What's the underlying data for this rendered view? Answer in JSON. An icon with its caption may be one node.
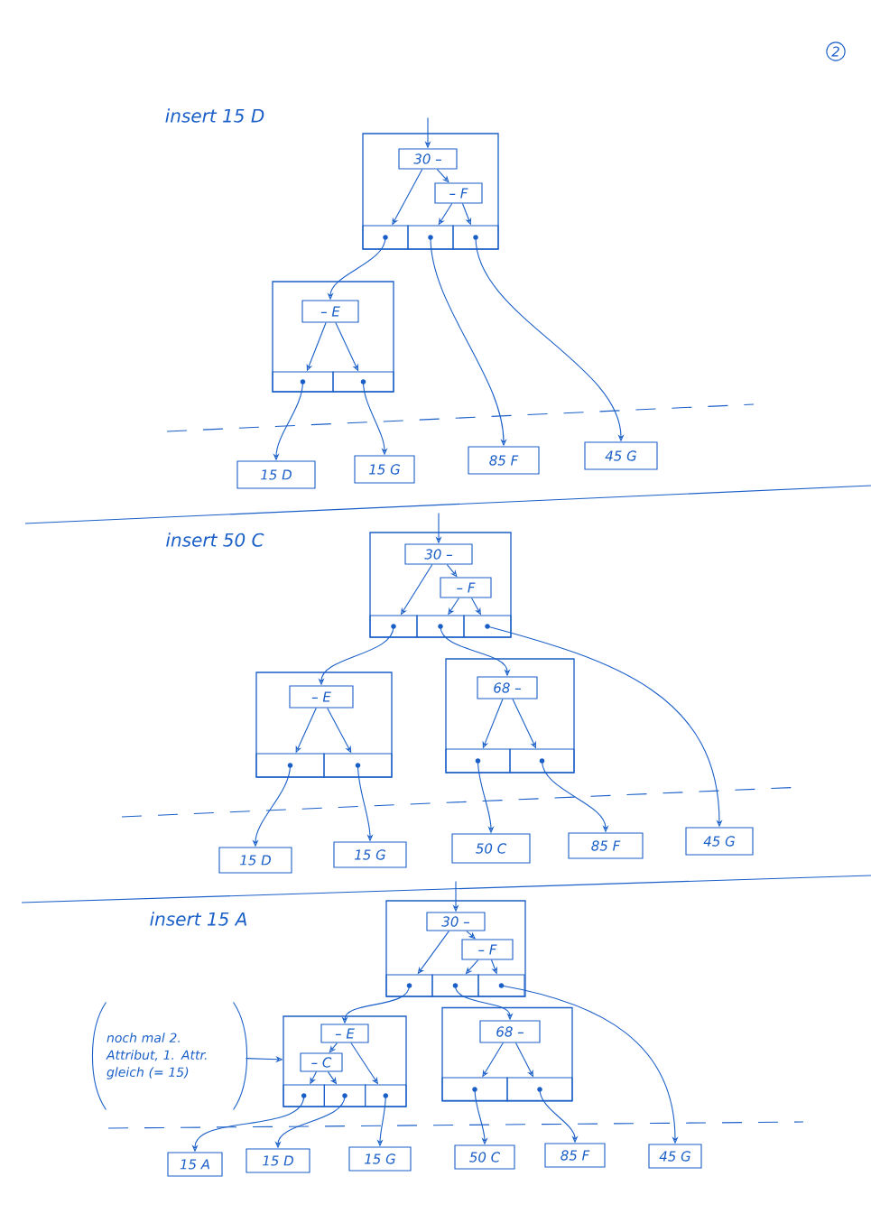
{
  "diagram": {
    "nodes": [
      {
        "text": [],
        "shape": "box"
      },
      {
        "text": [
          "30 –"
        ],
        "in": 0
      },
      {
        "text": [
          "– F"
        ],
        "in": 0
      },
      {
        "text": [],
        "shape": "box",
        "in": 0
      },
      {
        "text": [],
        "shape": "box",
        "in": 0
      },
      {
        "text": [],
        "shape": "box",
        "in": 0
      },
      {
        "text": [],
        "shape": "box"
      },
      {
        "text": [
          "– E"
        ],
        "in": 6
      },
      {
        "text": [],
        "shape": "box",
        "in": 6
      },
      {
        "text": [],
        "shape": "box",
        "in": 6
      },
      {
        "text": [
          "15 D"
        ]
      },
      {
        "text": [
          "15 G"
        ]
      },
      {
        "text": [
          "85 F"
        ]
      },
      {
        "text": [
          "45 G"
        ]
      },
      {
        "text": [],
        "shape": "box"
      },
      {
        "text": [
          "30 –"
        ],
        "in": 14
      },
      {
        "text": [
          "– F"
        ],
        "in": 14
      },
      {
        "text": [],
        "shape": "box",
        "in": 14
      },
      {
        "text": [],
        "shape": "box",
        "in": 14
      },
      {
        "text": [],
        "shape": "box",
        "in": 14
      },
      {
        "text": [],
        "shape": "box"
      },
      {
        "text": [
          "– E"
        ],
        "in": 20
      },
      {
        "text": [],
        "shape": "box",
        "in": 20
      },
      {
        "text": [],
        "shape": "box",
        "in": 20
      },
      {
        "text": [],
        "shape": "box"
      },
      {
        "text": [
          "68 –"
        ],
        "in": 24
      },
      {
        "text": [],
        "shape": "box",
        "in": 24
      },
      {
        "text": [],
        "shape": "box",
        "in": 24
      },
      {
        "text": [
          "15 D"
        ]
      },
      {
        "text": [
          "15 G"
        ]
      },
      {
        "text": [
          "50 C"
        ]
      },
      {
        "text": [
          "85 F"
        ]
      },
      {
        "text": [
          "45 G"
        ]
      },
      {
        "text": [],
        "shape": "box"
      },
      {
        "text": [
          "30 –"
        ],
        "in": 33
      },
      {
        "text": [
          "– F"
        ],
        "in": 33
      },
      {
        "text": [],
        "shape": "box",
        "in": 33
      },
      {
        "text": [],
        "shape": "box",
        "in": 33
      },
      {
        "text": [],
        "shape": "box",
        "in": 33
      },
      {
        "text": [],
        "shape": "box"
      },
      {
        "text": [
          "– E"
        ],
        "in": 39
      },
      {
        "text": [
          "– C"
        ],
        "in": 39
      },
      {
        "text": [],
        "shape": "box",
        "in": 39
      },
      {
        "text": [],
        "shape": "box",
        "in": 39
      },
      {
        "text": [],
        "shape": "box",
        "in": 39
      },
      {
        "text": [],
        "shape": "box"
      },
      {
        "text": [
          "68 –"
        ],
        "in": 45
      },
      {
        "text": [],
        "shape": "box",
        "in": 45
      },
      {
        "text": [],
        "shape": "box",
        "in": 45
      },
      {
        "text": [
          "15 A"
        ]
      },
      {
        "text": [
          "15 D"
        ]
      },
      {
        "text": [
          "15 G"
        ]
      },
      {
        "text": [
          "50 C"
        ]
      },
      {
        "text": [
          "85 F"
        ]
      },
      {
        "text": [
          "45 G"
        ]
      },
      {
        "text": [
          "noch mal 2. Attribut, 1. Attr. gleich (= 15)"
        ]
      }
    ],
    "edges": [
      {
        "from": null,
        "to": 1,
        "arrow": "to"
      },
      {
        "from": 1,
        "to": 2,
        "arrow": "to"
      },
      {
        "from": 1,
        "to": 3,
        "arrow": "to"
      },
      {
        "from": 2,
        "to": 4,
        "arrow": "to"
      },
      {
        "from": 2,
        "to": 5,
        "arrow": "to"
      },
      {
        "from": 3,
        "to": 7,
        "arrow": "to"
      },
      {
        "from": 4,
        "to": 12,
        "arrow": "to"
      },
      {
        "from": 5,
        "to": 13,
        "arrow": "to"
      },
      {
        "from": 7,
        "to": 8,
        "arrow": "to"
      },
      {
        "from": 7,
        "to": 9,
        "arrow": "to"
      },
      {
        "from": 8,
        "to": 10,
        "arrow": "to"
      },
      {
        "from": 9,
        "to": 11,
        "arrow": "to"
      },
      {
        "from": null,
        "to": 15,
        "arrow": "to"
      },
      {
        "from": 15,
        "to": 16,
        "arrow": "to"
      },
      {
        "from": 15,
        "to": 17,
        "arrow": "to"
      },
      {
        "from": 16,
        "to": 18,
        "arrow": "to"
      },
      {
        "from": 16,
        "to": 19,
        "arrow": "to"
      },
      {
        "from": 17,
        "to": 21,
        "arrow": "to"
      },
      {
        "from": 18,
        "to": 25,
        "arrow": "to"
      },
      {
        "from": 19,
        "to": 32,
        "arrow": "to"
      },
      {
        "from": 21,
        "to": 22,
        "arrow": "to"
      },
      {
        "from": 21,
        "to": 23,
        "arrow": "to"
      },
      {
        "from": 22,
        "to": 28,
        "arrow": "to"
      },
      {
        "from": 23,
        "to": 29,
        "arrow": "to"
      },
      {
        "from": 25,
        "to": 26,
        "arrow": "to"
      },
      {
        "from": 25,
        "to": 27,
        "arrow": "to"
      },
      {
        "from": 26,
        "to": 30,
        "arrow": "to"
      },
      {
        "from": 27,
        "to": 31,
        "arrow": "to"
      },
      {
        "from": null,
        "to": 34,
        "arrow": "to"
      },
      {
        "from": 34,
        "to": 35,
        "arrow": "to"
      },
      {
        "from": 34,
        "to": 36,
        "arrow": "to"
      },
      {
        "from": 35,
        "to": 37,
        "arrow": "to"
      },
      {
        "from": 35,
        "to": 38,
        "arrow": "to"
      },
      {
        "from": 36,
        "to": 40,
        "arrow": "to"
      },
      {
        "from": 37,
        "to": 46,
        "arrow": "to"
      },
      {
        "from": 38,
        "to": 54,
        "arrow": "to"
      },
      {
        "from": 40,
        "to": 41,
        "arrow": "to"
      },
      {
        "from": 40,
        "to": 44,
        "arrow": "to"
      },
      {
        "from": 41,
        "to": 42,
        "arrow": "to"
      },
      {
        "from": 41,
        "to": 43,
        "arrow": "to"
      },
      {
        "from": 42,
        "to": 49,
        "arrow": "to"
      },
      {
        "from": 43,
        "to": 50,
        "arrow": "to"
      },
      {
        "from": 44,
        "to": 51,
        "arrow": "to"
      },
      {
        "from": 46,
        "to": 47,
        "arrow": "to"
      },
      {
        "from": 46,
        "to": 48,
        "arrow": "to"
      },
      {
        "from": 47,
        "to": 52,
        "arrow": "to"
      },
      {
        "from": 48,
        "to": 53,
        "arrow": "to"
      },
      {
        "from": 55,
        "to": 39,
        "arrow": "to"
      }
    ],
    "labels": [
      "2",
      "insert 15 D",
      "insert 50 C",
      "insert 15 A"
    ]
  }
}
